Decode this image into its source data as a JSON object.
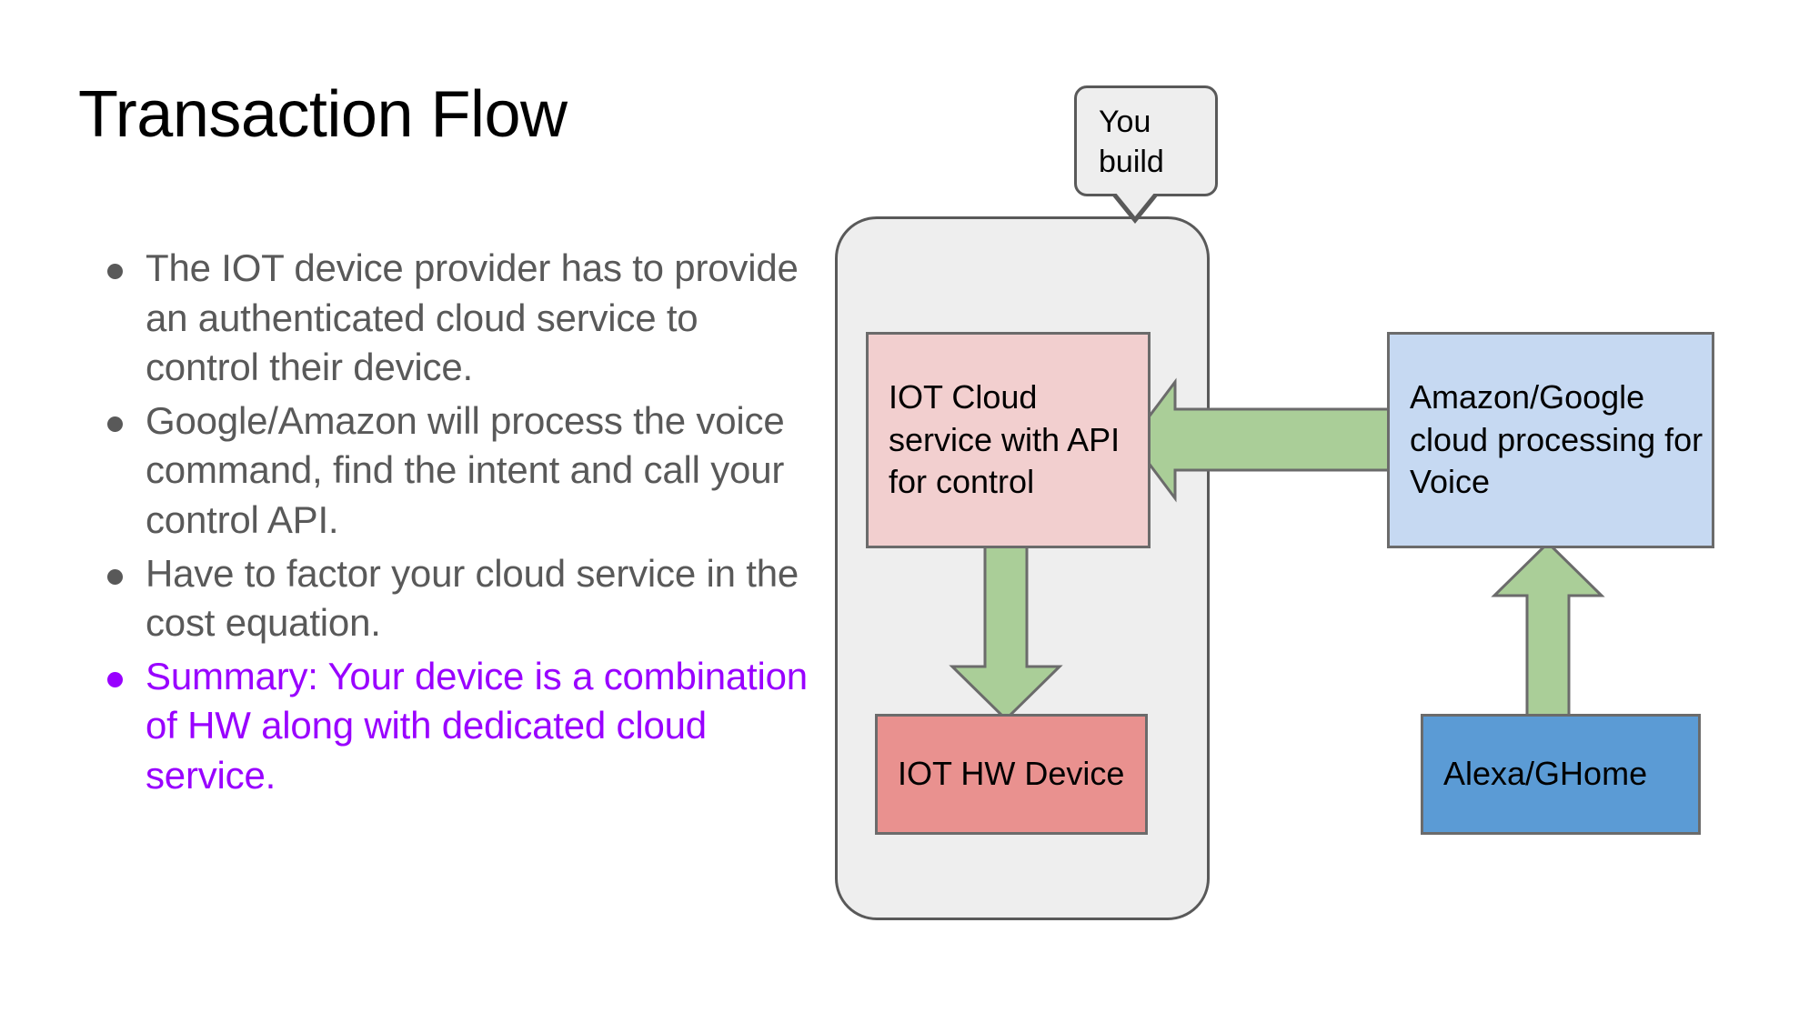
{
  "slide": {
    "title": "Transaction Flow",
    "background_color": "#ffffff"
  },
  "bullets": [
    {
      "text": "The IOT device provider has to provide an authenticated cloud service to control their device.",
      "color": "#595959",
      "accent": false
    },
    {
      "text": "Google/Amazon will process the voice command, find the intent and call your control API.",
      "color": "#595959",
      "accent": false
    },
    {
      "text": "Have to factor your cloud service in the cost equation.",
      "color": "#595959",
      "accent": false
    },
    {
      "text": "Summary: Your device is a combination of HW along with dedicated cloud service.",
      "color": "#9900ff",
      "accent": true
    }
  ],
  "diagram": {
    "callout": {
      "label": "You build",
      "fill": "#eeeeee",
      "stroke": "#595959"
    },
    "container": {
      "fill": "#eeeeee",
      "stroke": "#595959"
    },
    "nodes": [
      {
        "id": "iot-cloud",
        "label": "IOT Cloud service with API for control",
        "fill": "#f2cfcf",
        "stroke": "#6b6b6b"
      },
      {
        "id": "iot-hw",
        "label": "IOT HW Device",
        "fill": "#e9918f",
        "stroke": "#6b6b6b"
      },
      {
        "id": "voice-cloud",
        "label": "Amazon/Google cloud processing for Voice",
        "fill": "#c6d9f2",
        "stroke": "#6b6b6b"
      },
      {
        "id": "assistant",
        "label": "Alexa/GHome",
        "fill": "#5b9bd5",
        "stroke": "#6b6b6b"
      }
    ],
    "arrows": [
      {
        "id": "voice-cloud-to-iot-cloud",
        "direction": "left",
        "fill": "#aace98",
        "stroke": "#6b6b6b"
      },
      {
        "id": "iot-cloud-to-iot-hw",
        "direction": "down",
        "fill": "#aace98",
        "stroke": "#6b6b6b"
      },
      {
        "id": "assistant-to-voice-cloud",
        "direction": "up",
        "fill": "#aace98",
        "stroke": "#6b6b6b"
      }
    ]
  }
}
